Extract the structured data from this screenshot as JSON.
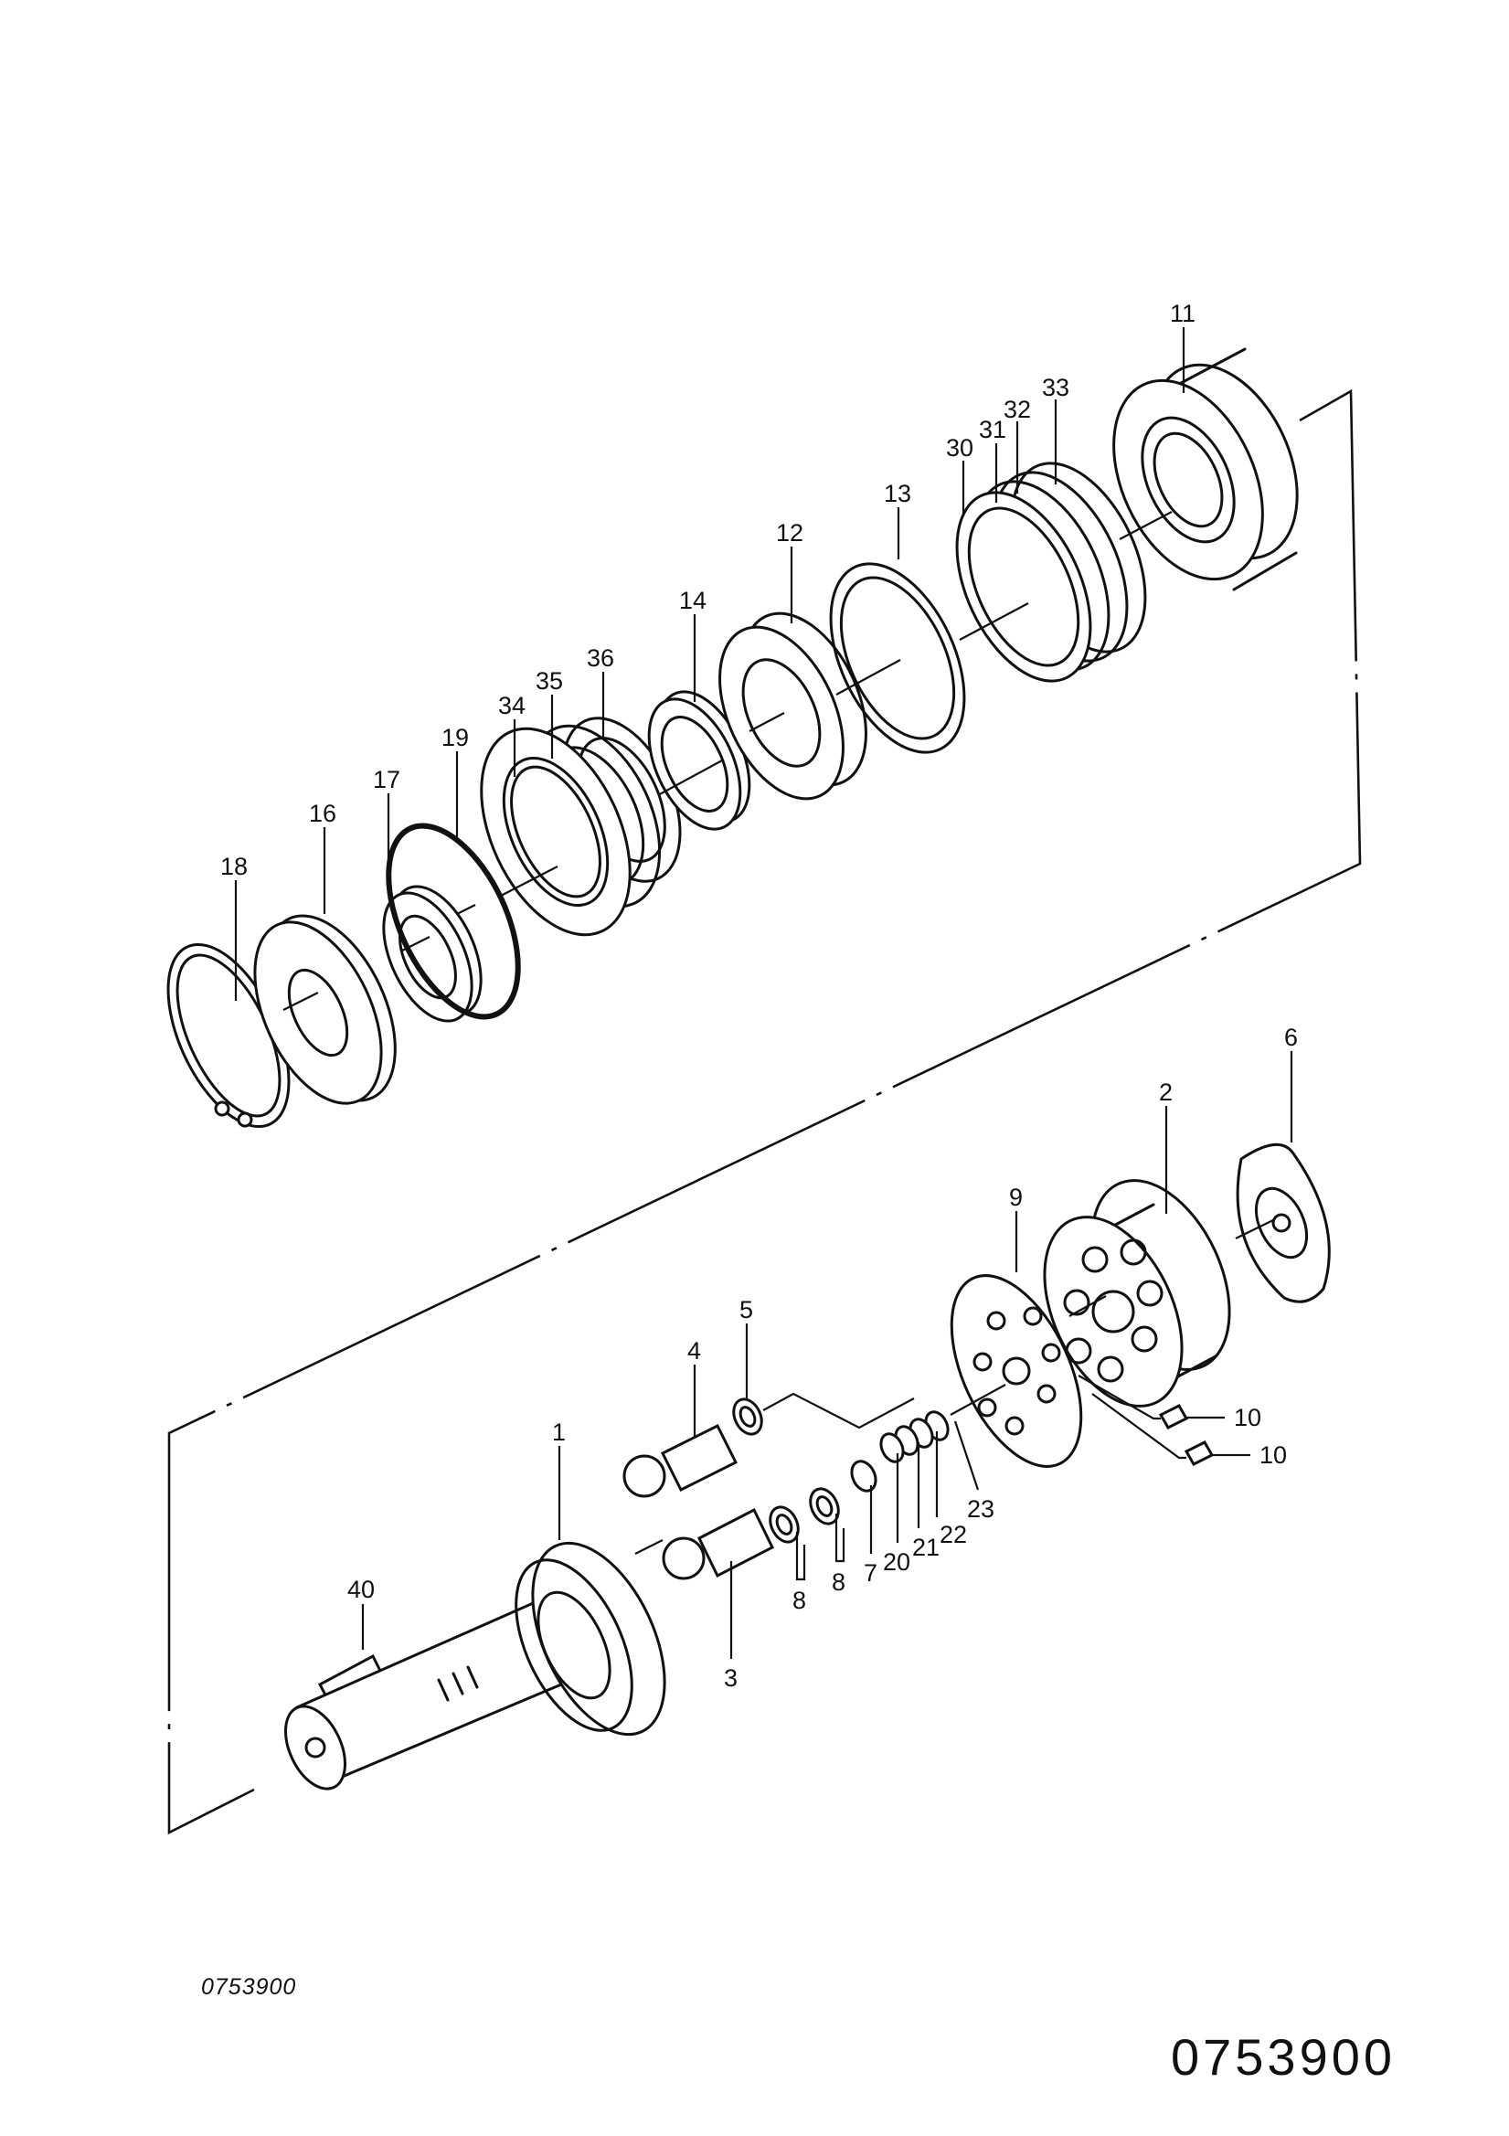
{
  "diagram": {
    "callouts": [
      "11",
      "33",
      "32",
      "31",
      "30",
      "13",
      "12",
      "14",
      "36",
      "35",
      "34",
      "19",
      "17",
      "16",
      "18",
      "6",
      "2",
      "9",
      "5",
      "4",
      "1",
      "10",
      "10",
      "7",
      "20",
      "21",
      "22",
      "23",
      "8",
      "8",
      "3",
      "40"
    ]
  },
  "footer": {
    "ref_small": "0753900",
    "ref_large": "0753900"
  }
}
